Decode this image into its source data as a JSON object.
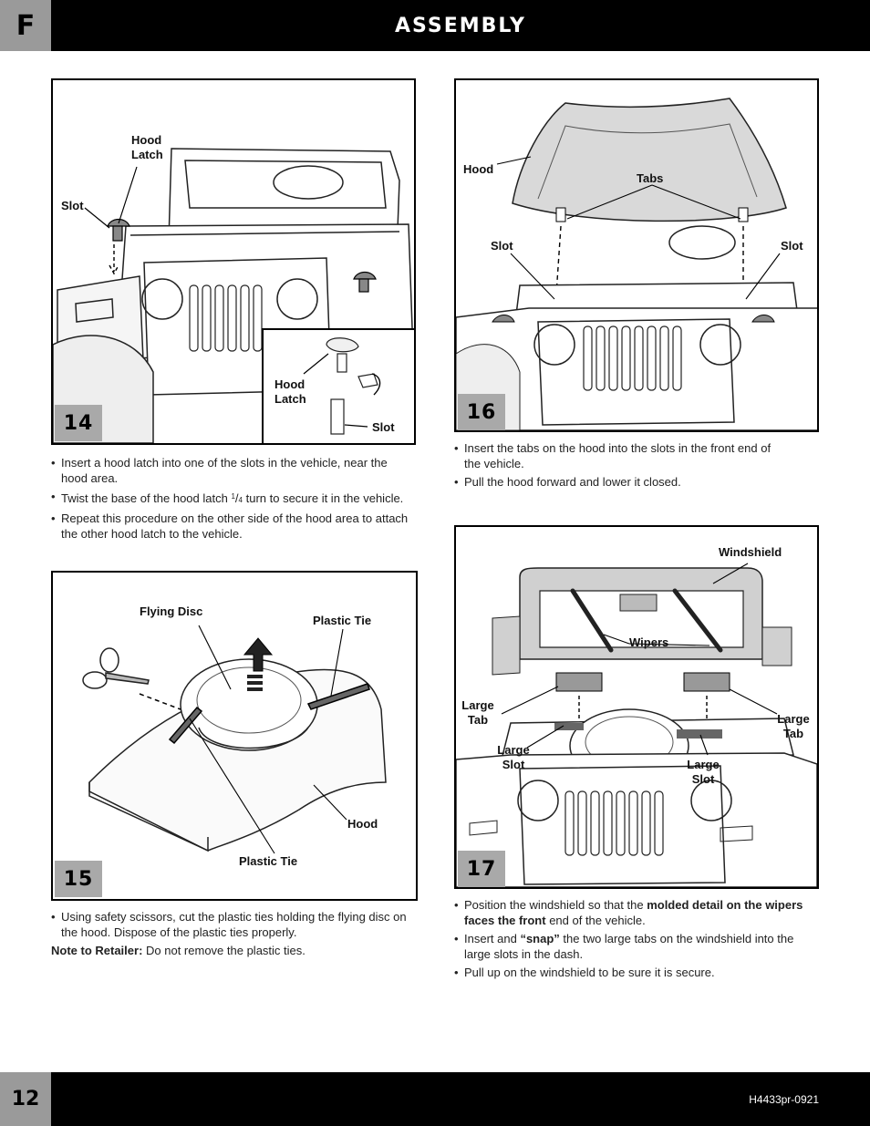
{
  "header": {
    "section": "F",
    "title": "ASSEMBLY"
  },
  "footer": {
    "page": "12",
    "code": "H4433pr-0921"
  },
  "steps": {
    "s14": {
      "number": "14",
      "labels": {
        "hood_latch_main": "Hood\nLatch",
        "slot_main": "Slot",
        "hood_latch_inset": "Hood\nLatch",
        "slot_inset": "Slot"
      },
      "bullets": {
        "b1": "Insert a hood latch into one of the slots in the vehicle, near the hood area.",
        "b2_pre": "Twist the base of the hood latch ",
        "b2_num": "1",
        "b2_den": "4",
        "b2_post": " turn to secure it in the vehicle.",
        "b3": "Repeat this procedure on the other side of the hood area to attach the other hood latch to the vehicle."
      }
    },
    "s15": {
      "number": "15",
      "labels": {
        "flying_disc": "Flying Disc",
        "plastic_tie_top": "Plastic Tie",
        "hood": "Hood",
        "plastic_tie_bottom": "Plastic Tie"
      },
      "bullets": {
        "b1": "Using safety scissors, cut the plastic ties holding the flying disc on the hood. Dispose of the plastic ties properly."
      },
      "note": {
        "label": "Note to Retailer:",
        "text": " Do not remove the plastic ties."
      }
    },
    "s16": {
      "number": "16",
      "labels": {
        "hood": "Hood",
        "tabs": "Tabs",
        "slot_left": "Slot",
        "slot_right": "Slot"
      },
      "bullets": {
        "b1": "Insert the tabs on the hood into the slots in the front end of the vehicle.",
        "b2": "Pull the hood forward and lower it closed."
      }
    },
    "s17": {
      "number": "17",
      "labels": {
        "windshield": "Windshield",
        "wipers": "Wipers",
        "large_tab_left": "Large\nTab",
        "large_slot_left": "Large\nSlot",
        "large_slot_right": "Large\nSlot",
        "large_tab_right": "Large\nTab"
      },
      "bullets": {
        "b1_pre": "Position the windshield so that the ",
        "b1_bold": "molded detail on the wipers faces the front",
        "b1_post": " end of the vehicle.",
        "b2_pre": "Insert and ",
        "b2_bold": "“snap”",
        "b2_post": " the two large tabs on the windshield into the large slots in the dash.",
        "b3": "Pull up on the windshield to be sure it is secure."
      }
    }
  },
  "colors": {
    "black": "#000000",
    "tab_gray": "#9a9a9a",
    "step_gray": "#a9a9a9"
  }
}
